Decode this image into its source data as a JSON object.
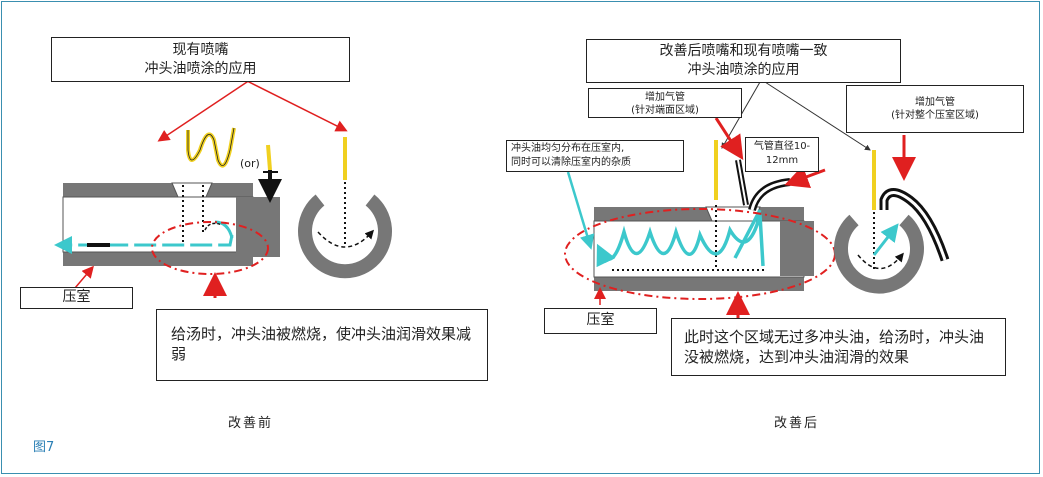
{
  "figure_label": "图7",
  "left": {
    "title_line1": "现有喷嘴",
    "title_line2": "冲头油喷涂的应用",
    "or_text": "(or)",
    "chamber_label": "压室",
    "result_text": "给汤时，冲头油被燃烧，使冲头油润滑效果减弱",
    "caption": "改善前"
  },
  "right": {
    "title_line1": "改善后喷嘴和现有喷嘴一致",
    "title_line2": "冲头油喷涂的应用",
    "pipe1_line1": "增加气管",
    "pipe1_line2": "(针对端面区域)",
    "pipe2_line1": "增加气管",
    "pipe2_line2": "(针对整个压室区域)",
    "diameter_line1": "气管直径10-",
    "diameter_line2": "12mm",
    "distribution_line1": "冲头油均匀分布在压室内,",
    "distribution_line2": "同时可以清除压室内的杂质",
    "chamber_label": "压室",
    "result_text": "此时这个区域无过多冲头油，给汤时，冲头油没被燃烧，达到冲头油润滑的效果",
    "caption": "改善后"
  },
  "colors": {
    "frame": "#3a8fb0",
    "arrow_red": "#e02020",
    "flow_cyan": "#3cc8cc",
    "nozzle_yellow": "#f0d020",
    "chamber_gray": "#777777"
  }
}
